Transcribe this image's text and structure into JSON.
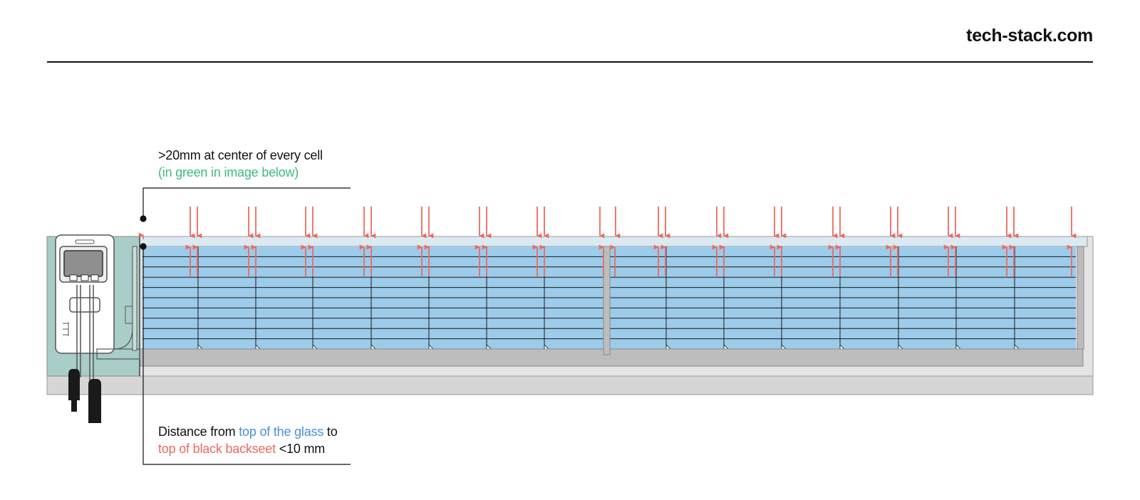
{
  "header": {
    "site": "tech-stack.com"
  },
  "annotations": {
    "top": {
      "line1": ">20mm at center of every cell",
      "line2": "(in green in image below)"
    },
    "bottom": {
      "part1": "Distance from ",
      "part2": "top of the glass",
      "part3": " to",
      "part4": "top of black backseet",
      "part5": " <10 mm"
    }
  },
  "colors": {
    "accent_green": "#3dbb7e",
    "accent_blue": "#4a8fdc",
    "accent_red": "#ec6a5e",
    "cell_blue": "#9dcbea",
    "junction_teal": "#a9cdc8",
    "frame_gray": "#bdbdbd"
  },
  "icons": [
    "junction-box-icon",
    "mc4-connector-icon",
    "arrow-down-icon",
    "arrow-up-icon"
  ]
}
